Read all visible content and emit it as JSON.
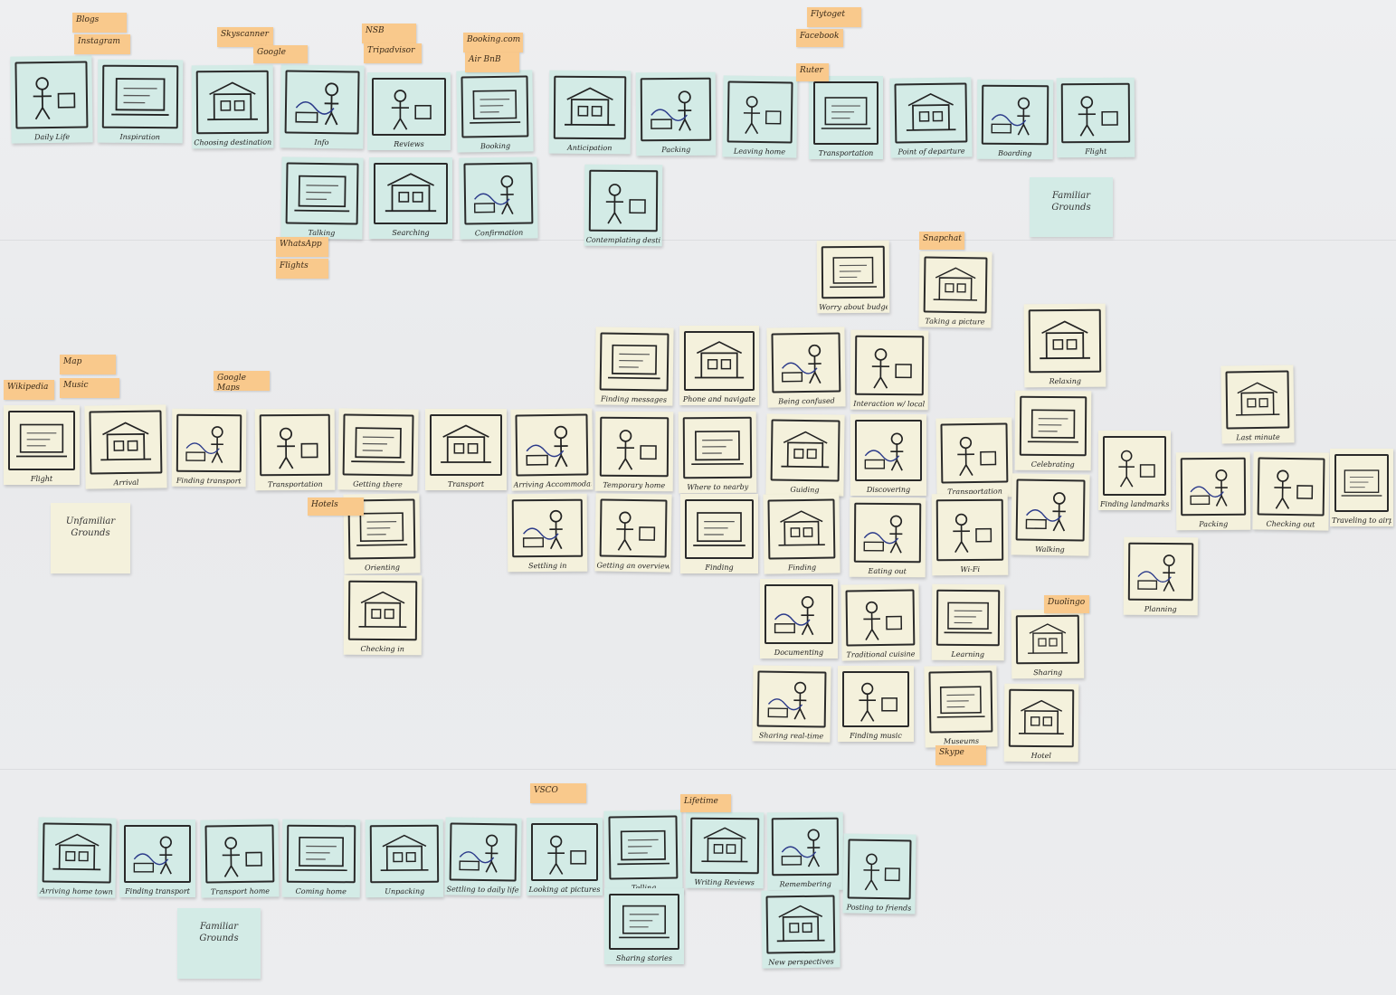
{
  "wall": {
    "journey_rows": [
      {
        "cards": [
          {
            "caption": "Daily Life",
            "icon": "person-coffee-icon"
          },
          {
            "caption": "Inspiration",
            "icon": "dreaming-person-icon"
          },
          {
            "caption": "Choosing destination",
            "icon": "palm-tree-icon"
          },
          {
            "caption": "Info",
            "icon": "laptop-icon"
          },
          {
            "caption": "Reviews",
            "icon": "rating-screen-icon"
          },
          {
            "caption": "Booking",
            "icon": "calendar-icon"
          },
          {
            "caption": "Anticipation",
            "icon": "excited-person-icon"
          },
          {
            "caption": "Packing",
            "icon": "suitcase-icon"
          },
          {
            "caption": "Leaving home",
            "icon": "door-icon"
          },
          {
            "caption": "Transportation",
            "icon": "vehicle-icon"
          },
          {
            "caption": "Point of departure",
            "icon": "airport-icon"
          },
          {
            "caption": "Boarding",
            "icon": "boarding-icon"
          },
          {
            "caption": "Flight",
            "icon": "plane-seat-icon"
          },
          {
            "caption": "Talking",
            "icon": "two-people-icon"
          },
          {
            "caption": "Searching",
            "icon": "laptop-grid-icon"
          },
          {
            "caption": "Confirmation",
            "icon": "confirmation-screen-icon"
          },
          {
            "caption": "Contemplating destination",
            "icon": "thinking-person-icon"
          }
        ]
      },
      {
        "cards": [
          {
            "caption": "Flight",
            "icon": "plane-seat-icon"
          },
          {
            "caption": "Arrival",
            "icon": "arrival-door-icon"
          },
          {
            "caption": "Finding transport",
            "icon": "bus-stop-icon"
          },
          {
            "caption": "Transportation",
            "icon": "car-icon"
          },
          {
            "caption": "Getting there",
            "icon": "house-icon"
          },
          {
            "caption": "Transport",
            "icon": "bus-icon"
          },
          {
            "caption": "Arriving Accommodation",
            "icon": "hotel-icon"
          },
          {
            "caption": "Temporary home",
            "icon": "bed-icon"
          },
          {
            "caption": "Where to nearby",
            "icon": "map-person-icon"
          },
          {
            "caption": "Guiding",
            "icon": "guide-icon"
          },
          {
            "caption": "Discovering",
            "icon": "road-icon"
          },
          {
            "caption": "Transportation",
            "icon": "tram-icon"
          },
          {
            "caption": "Celebrating",
            "icon": "celebrate-icon"
          },
          {
            "caption": "Relaxing",
            "icon": "sunbed-icon"
          },
          {
            "caption": "Walking",
            "icon": "walking-icon"
          },
          {
            "caption": "Finding landmarks",
            "icon": "sign-icon"
          },
          {
            "caption": "Orienting",
            "icon": "map-pin-icon"
          },
          {
            "caption": "Checking in",
            "icon": "reception-icon"
          },
          {
            "caption": "Settling in",
            "icon": "settle-icon"
          },
          {
            "caption": "Getting an overview",
            "icon": "overview-icon"
          },
          {
            "caption": "Finding",
            "icon": "eiffel-icon"
          },
          {
            "caption": "Finding",
            "icon": "spark-icon"
          },
          {
            "caption": "Eating out",
            "icon": "table-icon"
          },
          {
            "caption": "Wi-Fi",
            "icon": "wifi-icon"
          },
          {
            "caption": "Finding messages",
            "icon": "phone-icon"
          },
          {
            "caption": "Phone and navigate",
            "icon": "phone-map-icon"
          },
          {
            "caption": "Being confused",
            "icon": "confused-icon"
          },
          {
            "caption": "Interaction w/ local",
            "icon": "interaction-icon"
          },
          {
            "caption": "Worry about budget",
            "icon": "budget-icon"
          },
          {
            "caption": "Taking a picture",
            "icon": "camera-icon"
          },
          {
            "caption": "Documenting",
            "icon": "document-icon"
          },
          {
            "caption": "Traditional cuisine",
            "icon": "food-icon"
          },
          {
            "caption": "Learning",
            "icon": "learning-icon"
          },
          {
            "caption": "Sharing",
            "icon": "share-icon"
          },
          {
            "caption": "Sharing real-time",
            "icon": "share-live-icon"
          },
          {
            "caption": "Finding music",
            "icon": "music-icon"
          },
          {
            "caption": "Museums",
            "icon": "museum-icon"
          },
          {
            "caption": "Hotel",
            "icon": "hotel-sign-icon"
          },
          {
            "caption": "Packing",
            "icon": "suitcase-icon"
          },
          {
            "caption": "Checking out",
            "icon": "checkout-icon"
          },
          {
            "caption": "Traveling to airport",
            "icon": "car-icon"
          },
          {
            "caption": "Last minute",
            "icon": "shopping-icon"
          },
          {
            "caption": "Planning",
            "icon": "planning-icon"
          }
        ]
      },
      {
        "cards": [
          {
            "caption": "Arriving home town",
            "icon": "airport-icon"
          },
          {
            "caption": "Finding transport",
            "icon": "person-icon"
          },
          {
            "caption": "Transport home",
            "icon": "taxi-icon"
          },
          {
            "caption": "Coming home",
            "icon": "door-icon"
          },
          {
            "caption": "Unpacking",
            "icon": "unpack-icon"
          },
          {
            "caption": "Settling to daily life",
            "icon": "coffee-icon"
          },
          {
            "caption": "Looking at pictures",
            "icon": "photo-icon"
          },
          {
            "caption": "Telling",
            "icon": "tell-icon"
          },
          {
            "caption": "Writing Reviews",
            "icon": "stars-icon"
          },
          {
            "caption": "Remembering",
            "icon": "memory-icon"
          },
          {
            "caption": "Posting to friends",
            "icon": "post-icon"
          },
          {
            "caption": "Sharing stories",
            "icon": "story-icon"
          },
          {
            "caption": "New perspectives",
            "icon": "face-icon"
          }
        ]
      }
    ],
    "tags": [
      "Blogs",
      "Instagram",
      "Skyscanner",
      "Google",
      "NSB",
      "Tripadvisor",
      "Booking.com",
      "Air BnB",
      "Ruter",
      "Flytoget",
      "Facebook",
      "WhatsApp",
      "Flights",
      "Hotels",
      "Google Maps",
      "Wikipedia",
      "Map",
      "Music",
      "Snapchat",
      "Skype",
      "Duolingo",
      "VSCO",
      "Lifetime"
    ],
    "zone_labels": [
      "Familiar Grounds",
      "Unfamiliar Grounds",
      "Familiar Grounds"
    ]
  }
}
